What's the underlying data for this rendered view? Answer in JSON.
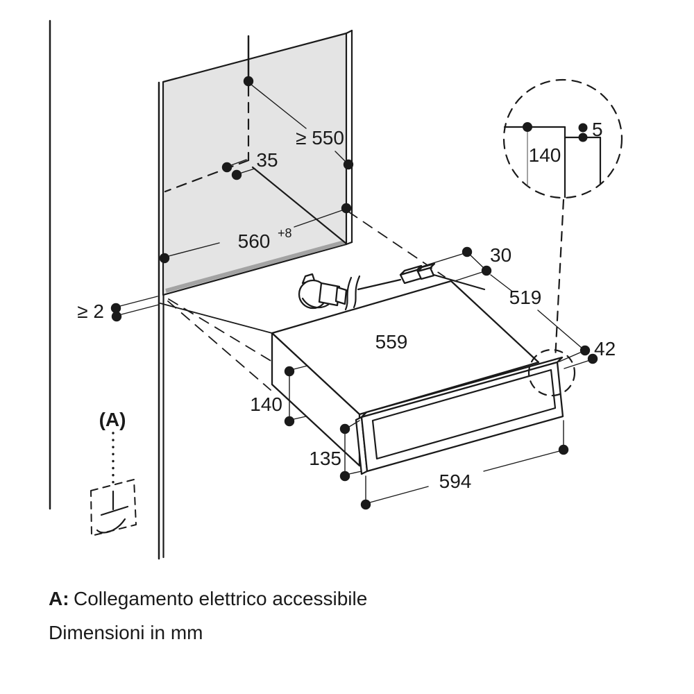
{
  "diagram": {
    "labels": {
      "niche_height_min": "≥ 550",
      "rear_offset": "35",
      "niche_width": "560",
      "niche_width_sup": "+8",
      "side_gap_min": "≥ 2",
      "rear_clearance": "30",
      "appliance_depth": "519",
      "appliance_width": "559",
      "appliance_height": "140",
      "front_panel_height": "135",
      "front_panel_width": "594",
      "front_overhang": "42",
      "detail_panel_height": "140",
      "detail_top_gap": "5",
      "callout": "(A)"
    },
    "notes": {
      "legend_key": "A:",
      "legend_text": "Collegamento elettrico accessibile",
      "units": "Dimensioni in mm"
    },
    "colors": {
      "line": "#1a1a1a",
      "niche_fill": "#e4e4e4",
      "niche_edge_shadow": "#a3a3a3",
      "background": "#ffffff"
    }
  }
}
